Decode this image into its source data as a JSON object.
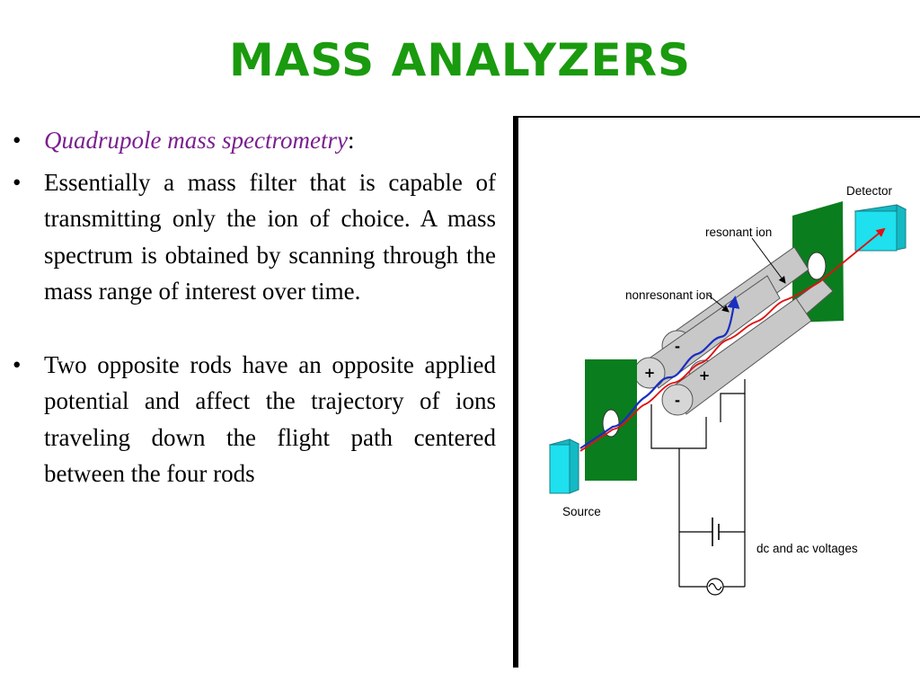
{
  "slide": {
    "title": "MASS ANALYZERS",
    "title_color": "#1a9a0e",
    "subtitle_color": "#7a1f8f",
    "bullet_glyph": "•",
    "bullets": [
      {
        "subtitle": "Quadrupole mass spectrometry",
        "suffix": ":"
      },
      {
        "text": "Essentially a mass filter that is capable of transmitting only the ion of choice. A mass spectrum is obtained by scanning through the mass range of interest over time."
      },
      {
        "text": "Two opposite rods have an opposite applied potential and affect the trajectory of ions traveling down the flight path centered between the four rods"
      }
    ]
  },
  "diagram": {
    "labels": {
      "detector": "Detector",
      "resonant": "resonant ion",
      "nonresonant": "nonresonant ion",
      "source": "Source",
      "voltages": "dc and ac voltages"
    },
    "rod_signs": {
      "top": "-",
      "bottom": "-",
      "left": "+",
      "right": "+"
    },
    "colors": {
      "plate_green": "#0a7d1e",
      "box_cyan": "#1ee0ee",
      "rod_gray": "#c8c8c8",
      "resonant_red": "#e01010",
      "nonresonant_blue": "#1a2ec0"
    }
  }
}
